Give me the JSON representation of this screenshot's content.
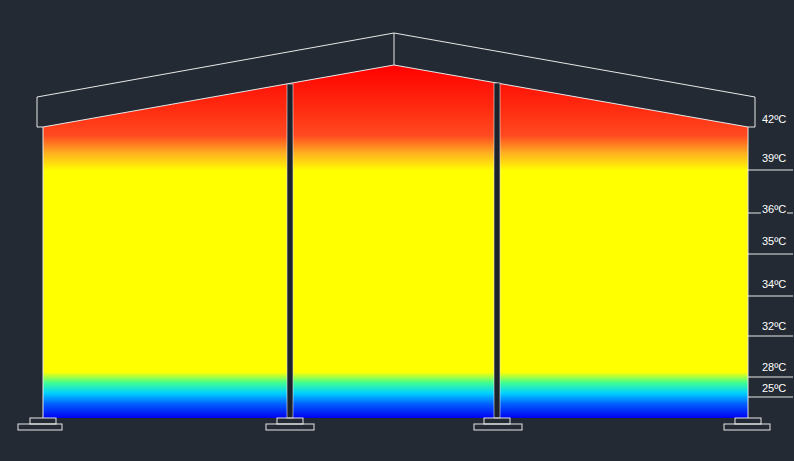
{
  "diagram": {
    "labels": [
      "42ºC",
      "39ºC",
      "36ºC",
      "35ºC",
      "34ºC",
      "32ºC",
      "28ºC",
      "25ºC"
    ]
  }
}
